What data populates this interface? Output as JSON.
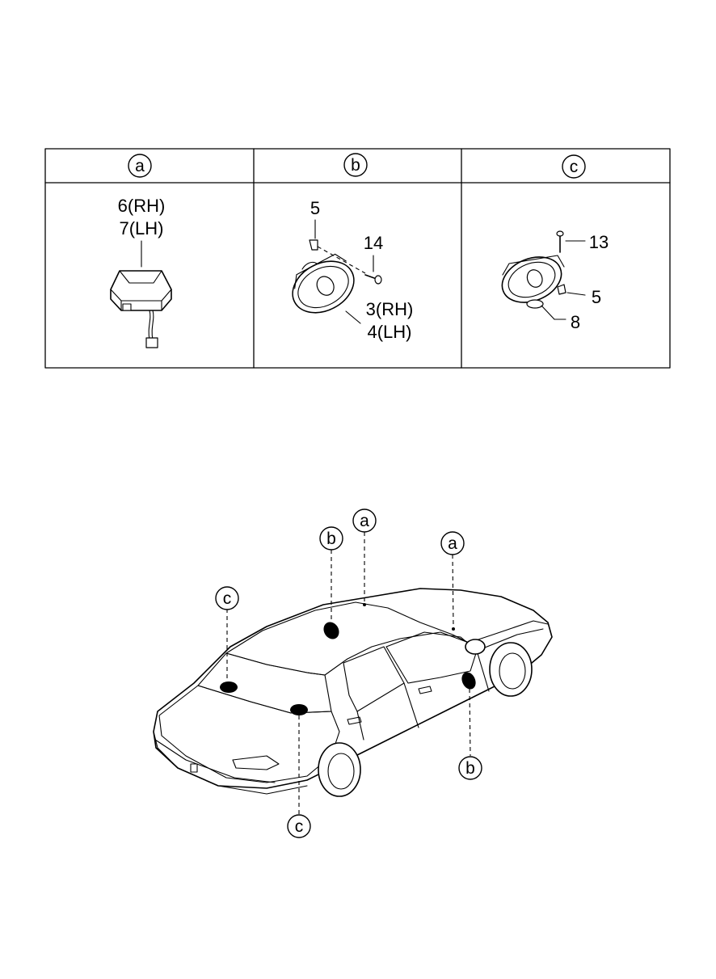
{
  "table": {
    "headers": [
      "a",
      "b",
      "c"
    ]
  },
  "panel_a": {
    "label_rh": "6(RH)",
    "label_lh": "7(LH)"
  },
  "panel_b": {
    "label_screw": "5",
    "label_bolt": "14",
    "label_rh": "3(RH)",
    "label_lh": "4(LH)"
  },
  "panel_c": {
    "label_bolt": "13",
    "label_screw": "5",
    "label_speaker": "8"
  },
  "car_callouts": {
    "roof_a": "a",
    "pillar_a": "a",
    "rear_deck_b": "b",
    "front_door_b": "b",
    "rear_shelf_left_c": "c",
    "rear_shelf_right_c": "c"
  }
}
